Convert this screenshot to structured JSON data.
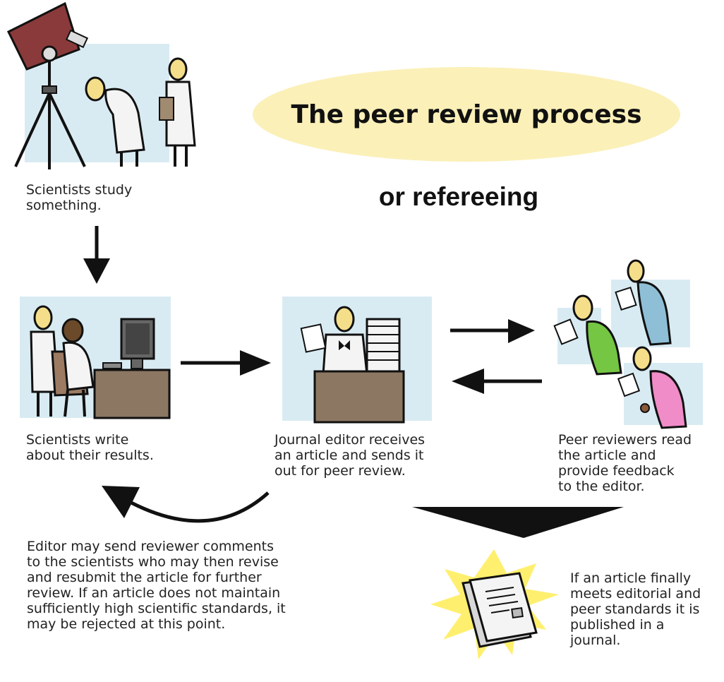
{
  "title": "The peer review process",
  "subtitle": "or refereeing",
  "steps": {
    "study": "Scientists study\nsomething.",
    "write": "Scientists write\nabout their results.",
    "editor": "Journal editor receives\nan article and sends it\nout for peer review.",
    "peers": "Peer reviewers read\nthe article and\nprovide feedback\nto the editor.",
    "revise": "Editor may send reviewer comments\nto the scientists who may then revise\nand resubmit the article for further\nreview.  If an article does not maintain\nsufficiently high scientific standards, it\nmay be rejected at this point.",
    "publish": "If an article finally\nmeets editorial and\npeer standards it is\npublished in a\njournal."
  },
  "colors": {
    "panel": "#d9ebf2",
    "title_oval": "#fbf0b8",
    "star": "#ffef6e",
    "desk": "#8c7762",
    "skin": "#f5de8a",
    "coat": "#f4f4f4",
    "reviewer_green": "#74c643",
    "reviewer_blue": "#8fbfd6",
    "reviewer_pink": "#f08cc8"
  }
}
